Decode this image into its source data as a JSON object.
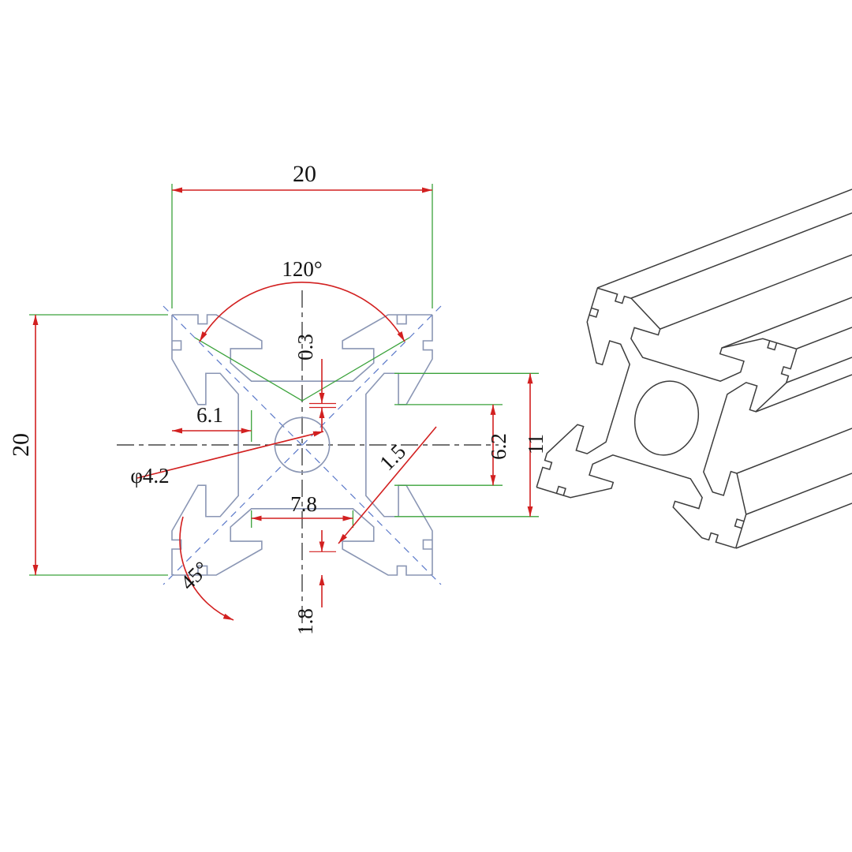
{
  "drawing": {
    "labels": {
      "top_width": "20",
      "left_height": "20",
      "groove_angle": "120°",
      "center_offset": "0.3",
      "edge_to_slot": "6.1",
      "slot_opening": "6.2",
      "slot_inner_width": "11",
      "center_hole_dia": "φ4.2",
      "slot_bottom_width": "7.8",
      "rib_thickness": "1.5",
      "corner_angle": "45°",
      "wall_thickness": "1.8"
    },
    "colors": {
      "dimension": "#d22020",
      "extension": "#3aa23a",
      "outline": "#8a96b4",
      "centerline": "#222222",
      "diagonal": "#5b79c9",
      "iso_sketch": "#3c3c3c",
      "background": "#ffffff"
    }
  }
}
